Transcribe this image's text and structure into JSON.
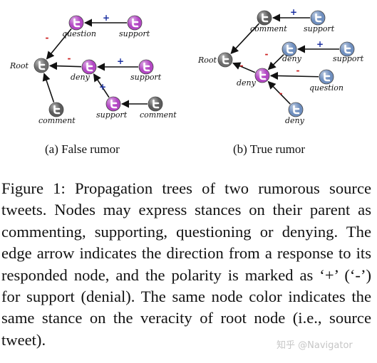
{
  "colors": {
    "root": "#6d6d6d",
    "comment": "#5c5c5c",
    "support_question_false": "#b347c4",
    "deny_false": "#b347c4",
    "support_true": "#6f8fbf",
    "deny_true": "#6f8fbf",
    "deny_reply_true": "#b347c4",
    "plus": "#1a2fa0",
    "minus": "#cc1f1f",
    "edge": "#111111"
  },
  "icon": "bird-icon",
  "tree_a": {
    "subcaption": "(a)  False rumor",
    "nodes": [
      {
        "id": "root",
        "label": "Root",
        "stance": "root"
      },
      {
        "id": "q",
        "label": "question",
        "stance": "question"
      },
      {
        "id": "s1",
        "label": "support",
        "stance": "support"
      },
      {
        "id": "d",
        "label": "deny",
        "stance": "deny"
      },
      {
        "id": "s2",
        "label": "support",
        "stance": "support"
      },
      {
        "id": "c1",
        "label": "comment",
        "stance": "comment"
      },
      {
        "id": "s3",
        "label": "support",
        "stance": "support"
      },
      {
        "id": "c2",
        "label": "comment",
        "stance": "comment"
      }
    ],
    "edges": [
      {
        "from": "s1",
        "to": "q",
        "polarity": "+"
      },
      {
        "from": "q",
        "to": "root",
        "polarity": "-"
      },
      {
        "from": "s2",
        "to": "d",
        "polarity": "+"
      },
      {
        "from": "d",
        "to": "root",
        "polarity": "-"
      },
      {
        "from": "c1",
        "to": "root",
        "polarity": ""
      },
      {
        "from": "s3",
        "to": "d",
        "polarity": "+"
      },
      {
        "from": "c2",
        "to": "s3",
        "polarity": ""
      }
    ]
  },
  "tree_b": {
    "subcaption": "(b)  True rumor",
    "nodes": [
      {
        "id": "root",
        "label": "Root",
        "stance": "root"
      },
      {
        "id": "c",
        "label": "comment",
        "stance": "comment"
      },
      {
        "id": "s1",
        "label": "support",
        "stance": "support"
      },
      {
        "id": "d1",
        "label": "deny",
        "stance": "deny"
      },
      {
        "id": "s2",
        "label": "support",
        "stance": "support"
      },
      {
        "id": "d2",
        "label": "deny",
        "stance": "deny"
      },
      {
        "id": "q",
        "label": "question",
        "stance": "question"
      },
      {
        "id": "d3",
        "label": "deny",
        "stance": "deny"
      }
    ],
    "edges": [
      {
        "from": "s1",
        "to": "c",
        "polarity": "+"
      },
      {
        "from": "c",
        "to": "root",
        "polarity": ""
      },
      {
        "from": "d2",
        "to": "root",
        "polarity": "-"
      },
      {
        "from": "d1",
        "to": "d2",
        "polarity": "-"
      },
      {
        "from": "s2",
        "to": "d1",
        "polarity": "+"
      },
      {
        "from": "q",
        "to": "d2",
        "polarity": "-"
      },
      {
        "from": "d3",
        "to": "d2",
        "polarity": "-"
      }
    ]
  },
  "caption": "Figure 1:  Propagation trees of two rumorous source tweets. Nodes may express stances on their parent as commenting, supporting, questioning or denying. The edge arrow indicates the direction from a response to its responded node, and the polarity is marked as ‘+’ (‘-’) for support (denial). The same node color indicates the same stance on the veracity of root node (i.e., source tweet).",
  "watermark": "知乎 @Navigator"
}
